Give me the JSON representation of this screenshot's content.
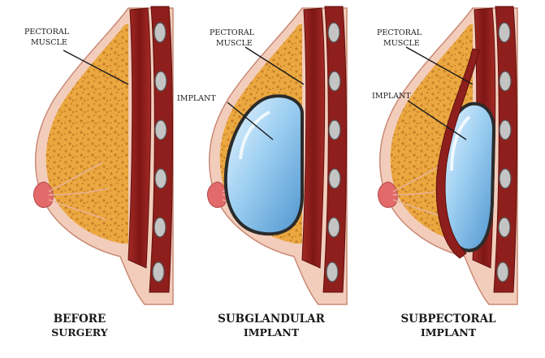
{
  "panels": [
    {
      "id": "before",
      "labels": {
        "muscle_line1": "PECTORAL",
        "muscle_line2": "MUSCLE",
        "implant": ""
      },
      "caption_line1": "BEFORE",
      "caption_line2": "SURGERY"
    },
    {
      "id": "subglandular",
      "labels": {
        "muscle_line1": "PECTORAL",
        "muscle_line2": "MUSCLE",
        "implant": "IMPLANT"
      },
      "caption_line1": "SUBGLANDULAR",
      "caption_line2": "IMPLANT"
    },
    {
      "id": "subpectoral",
      "labels": {
        "muscle_line1": "PECTORAL",
        "muscle_line2": "MUSCLE",
        "implant": "IMPLANT"
      },
      "caption_line1": "SUBPECTORAL",
      "caption_line2": "IMPLANT"
    }
  ],
  "colors": {
    "skin": "#f3cdbb",
    "skin_edge": "#c98975",
    "fat": "#eba840",
    "fat_dots": "#c9812a",
    "nipple": "#e26a6a",
    "muscle": "#8f1f1c",
    "muscle_light": "#b8382f",
    "rib": "#9c9c9c",
    "implant": "#8fc4ea",
    "implant_shell": "#2b2b2b",
    "implant_highlight": "#eaf6ff"
  }
}
